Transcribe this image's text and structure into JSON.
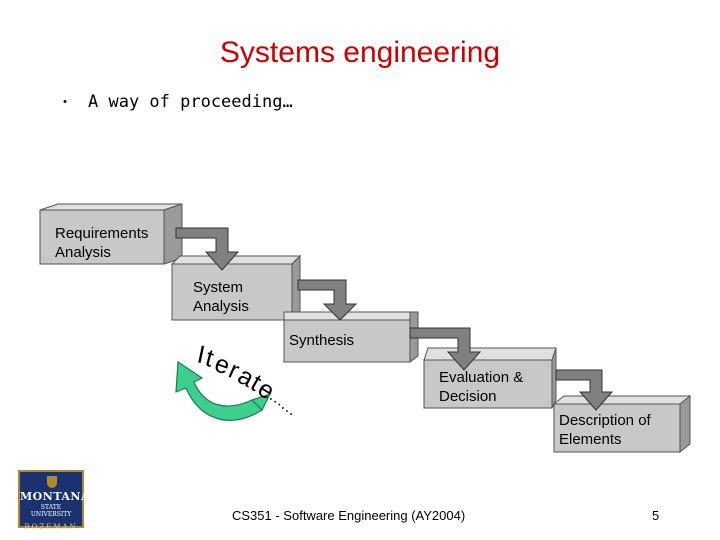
{
  "slide": {
    "title": "Systems engineering",
    "bullet_symbol": "・",
    "bullet_text": "A way of proceeding…",
    "iterate_label_letters": [
      "I",
      "t",
      "e",
      "r",
      "a",
      "t",
      "e",
      "…",
      "…"
    ],
    "footer": "CS351 - Software Engineering (AY2004)",
    "page_number": "5"
  },
  "steps": [
    {
      "label": "Requirements Analysis"
    },
    {
      "label": "System Analysis"
    },
    {
      "label": "Synthesis"
    },
    {
      "label": "Evaluation & Decision"
    },
    {
      "label": "Description of Elements"
    }
  ],
  "logo": {
    "line1": "MONTANA",
    "line2": "STATE UNIVERSITY",
    "line3": "BOZEMAN"
  },
  "colors": {
    "title": "#cc0000",
    "box_fill": "#c8c8c8",
    "arrow_fill": "#808080",
    "iterate_arrow": "#3ccf8e"
  }
}
